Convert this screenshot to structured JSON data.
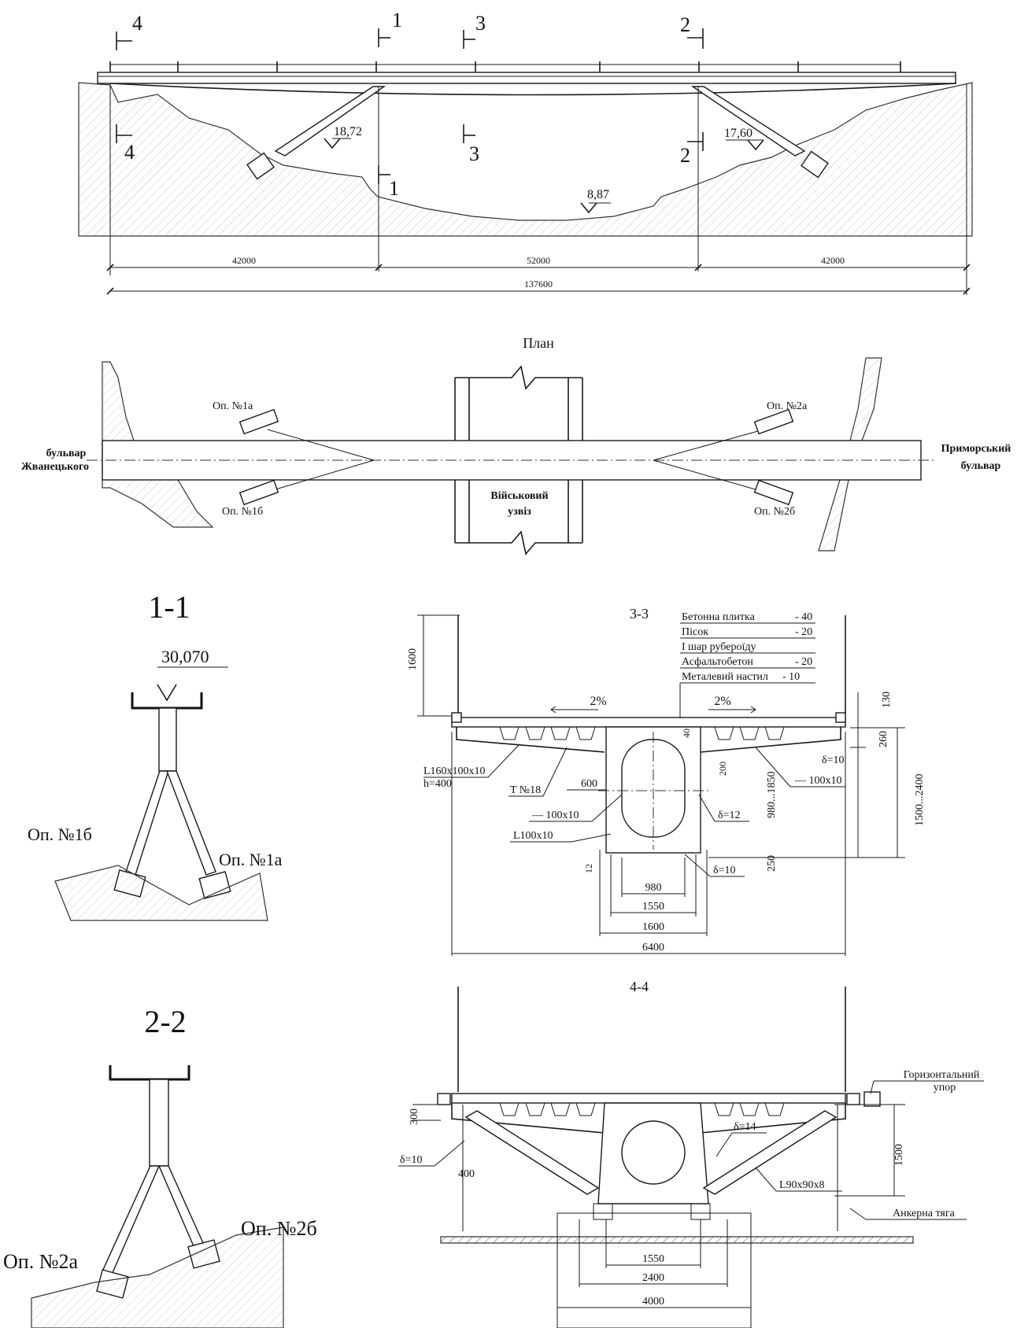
{
  "elevation": {
    "section_marks": [
      "4",
      "1",
      "3",
      "2"
    ],
    "section_marks_bottom": [
      "4",
      "1",
      "3",
      "2"
    ],
    "levels": [
      "18,72",
      "17,60",
      "8,87"
    ],
    "spans": [
      "42000",
      "52000",
      "42000"
    ],
    "total_length": "137600"
  },
  "plan": {
    "title": "План",
    "left_street_1": "бульвар",
    "left_street_2": "Жванецького",
    "right_street_1": "Приморський",
    "right_street_2": "бульвар",
    "crossing_1": "Військовий",
    "crossing_2": "узвіз",
    "support_1a": "Оп. №1а",
    "support_1b": "Оп. №1б",
    "support_2a": "Оп. №2а",
    "support_2b": "Оп. №2б"
  },
  "section_1_1": {
    "title": "1-1",
    "level": "30,070",
    "support_left": "Оп. №1б",
    "support_right": "Оп. №1а"
  },
  "section_2_2": {
    "title": "2-2",
    "support_left": "Оп. №2а",
    "support_right": "Оп. №2б"
  },
  "section_3_3": {
    "title": "3-3",
    "layers": [
      {
        "name": "Бетонна плитка",
        "value": "- 40"
      },
      {
        "name": "Пісок",
        "value": "- 20"
      },
      {
        "name": "I шар руберoїду",
        "value": ""
      },
      {
        "name": "Асфальтобетон",
        "value": "- 20"
      },
      {
        "name": "Металевий настил",
        "value": "- 10"
      }
    ],
    "slope_left": "2%",
    "slope_right": "2%",
    "rail_height": "1600",
    "dim_130": "130",
    "dim_260": "260",
    "dim_1500_2400": "1500...2400",
    "dim_980_1850": "980...1850",
    "dim_40": "40",
    "dim_200": "200",
    "dim_250": "250",
    "dim_12": "12",
    "angle_profile": "L160x100x10",
    "h_400": "h=400",
    "tee_18": "T №18",
    "dim_600": "600",
    "plate_100x10_right": "— 100x10",
    "plate_100x10_left": "— 100x10",
    "angle_100x10": "L100x10",
    "delta_10_top": "δ=10",
    "delta_12": "δ=12",
    "delta_10_bottom": "δ=10",
    "width_980": "980",
    "width_1550": "1550",
    "width_1600": "1600",
    "width_6400": "6400"
  },
  "section_4_4": {
    "title": "4-4",
    "horizontal_stop_1": "Горизонтальний",
    "horizontal_stop_2": "упор",
    "anchor_rod": "Анкерна тяга",
    "dim_300": "300",
    "dim_1500": "1500",
    "delta_10": "δ=10",
    "dim_400": "400",
    "delta_14": "δ=14",
    "angle_90": "L90x90x8",
    "width_1550": "1550",
    "width_2400": "2400",
    "width_4000": "4000"
  }
}
